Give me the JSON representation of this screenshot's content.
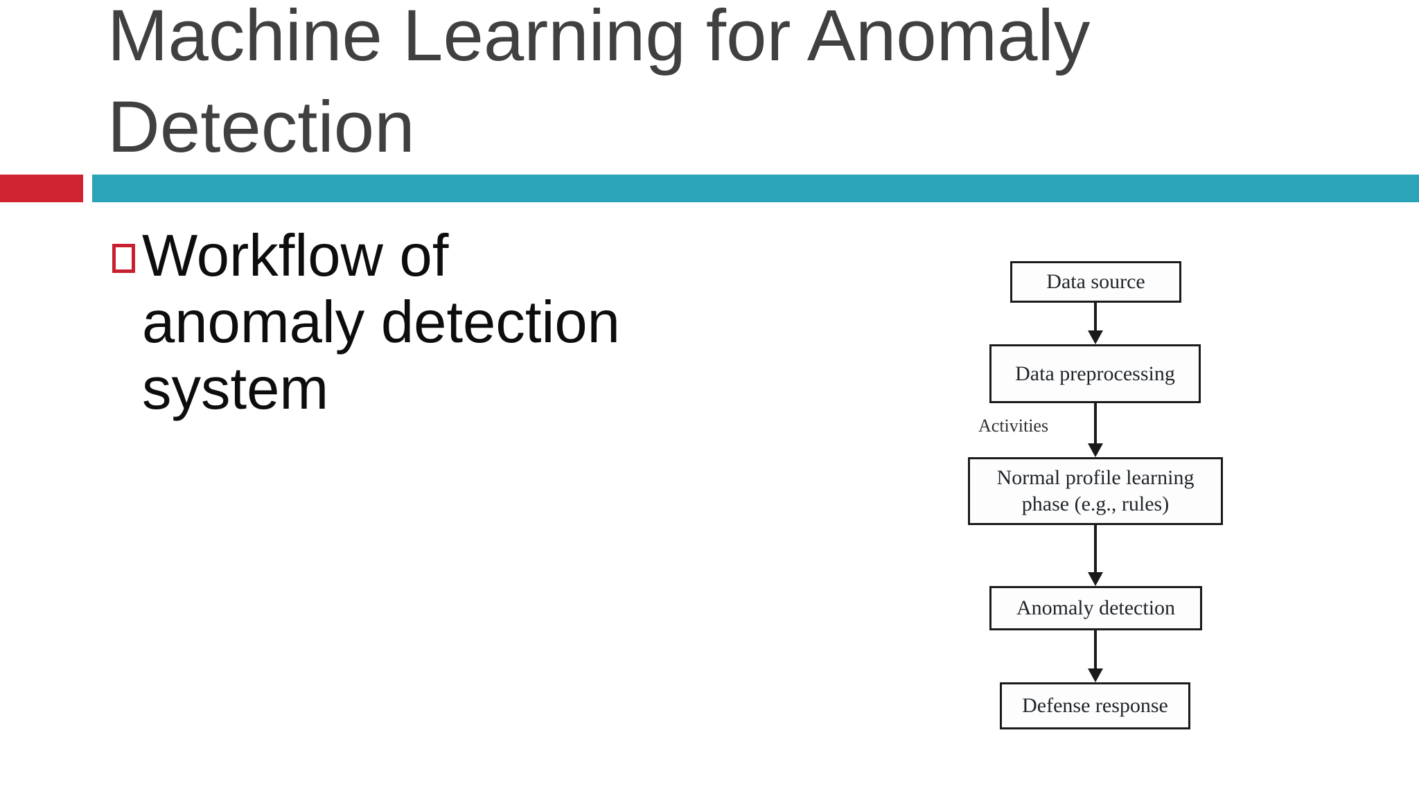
{
  "slide": {
    "title": "Machine Learning for Anomaly Detection",
    "bullet": {
      "lines": [
        "Workflow of",
        "anomaly detection",
        "system"
      ],
      "text": "Workflow of anomaly detection system"
    },
    "colors": {
      "accent_red": "#d02433",
      "accent_teal": "#2ba3b8",
      "bullet_red": "#c8202e",
      "title_text": "#404040",
      "body_text": "#0d0d0d",
      "diagram_ink": "#1a1a1a"
    }
  },
  "flowchart": {
    "annotation_label": "Activities",
    "nodes": [
      {
        "id": "data-source",
        "label": "Data source"
      },
      {
        "id": "data-preprocessing",
        "label": "Data preprocessing"
      },
      {
        "id": "normal-profile-learning",
        "label": "Normal profile learning phase (e.g., rules)"
      },
      {
        "id": "anomaly-detection",
        "label": "Anomaly detection"
      },
      {
        "id": "defense-response",
        "label": "Defense response"
      }
    ],
    "edges": [
      {
        "from": "data-source",
        "to": "data-preprocessing"
      },
      {
        "from": "data-preprocessing",
        "to": "normal-profile-learning"
      },
      {
        "from": "normal-profile-learning",
        "to": "anomaly-detection"
      },
      {
        "from": "anomaly-detection",
        "to": "defense-response"
      }
    ]
  }
}
